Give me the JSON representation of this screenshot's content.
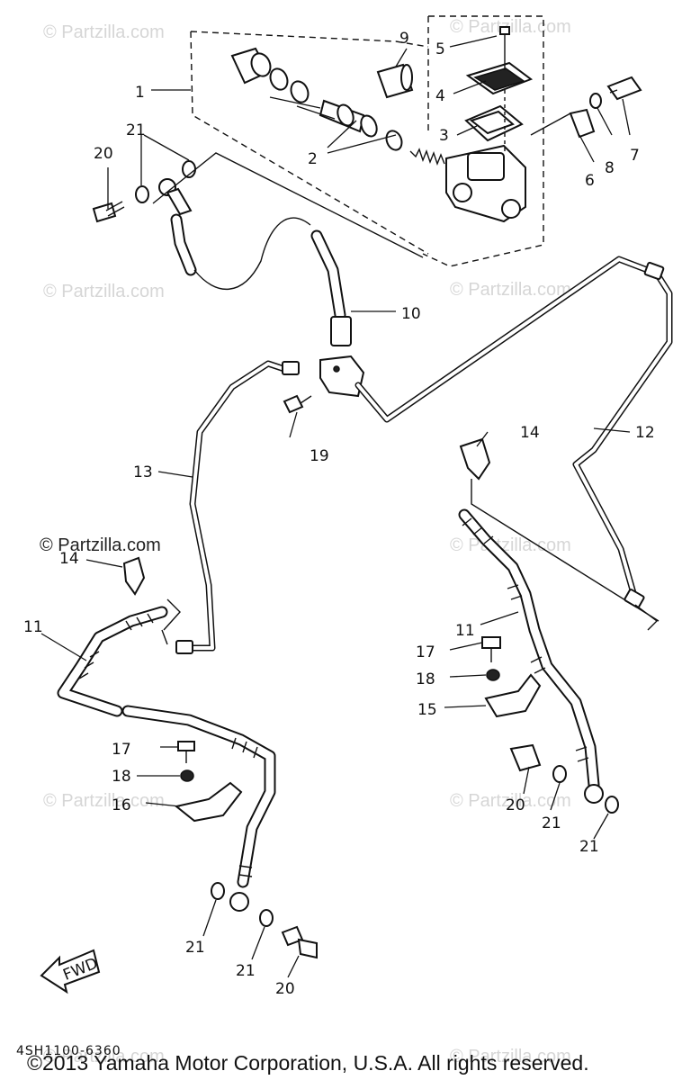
{
  "watermark": "© Partzilla.com",
  "reference_code": "4SH1100-6360",
  "copyright": "©2013 Yamaha Motor Corporation, U.S.A. All rights reserved.",
  "fwd_label": "FWD",
  "callouts": {
    "c1": "1",
    "c2": "2",
    "c3": "3",
    "c4": "4",
    "c5": "5",
    "c6": "6",
    "c7": "7",
    "c8": "8",
    "c9": "9",
    "c10": "10",
    "c11a": "11",
    "c11b": "11",
    "c12": "12",
    "c13": "13",
    "c14a": "14",
    "c14b": "14",
    "c15": "15",
    "c16": "16",
    "c17a": "17",
    "c17b": "17",
    "c18a": "18",
    "c18b": "18",
    "c19": "19",
    "c20a": "20",
    "c20b": "20",
    "c20c": "20",
    "c21a": "21",
    "c21b": "21",
    "c21c": "21",
    "c21d": "21",
    "c21e": "21"
  }
}
